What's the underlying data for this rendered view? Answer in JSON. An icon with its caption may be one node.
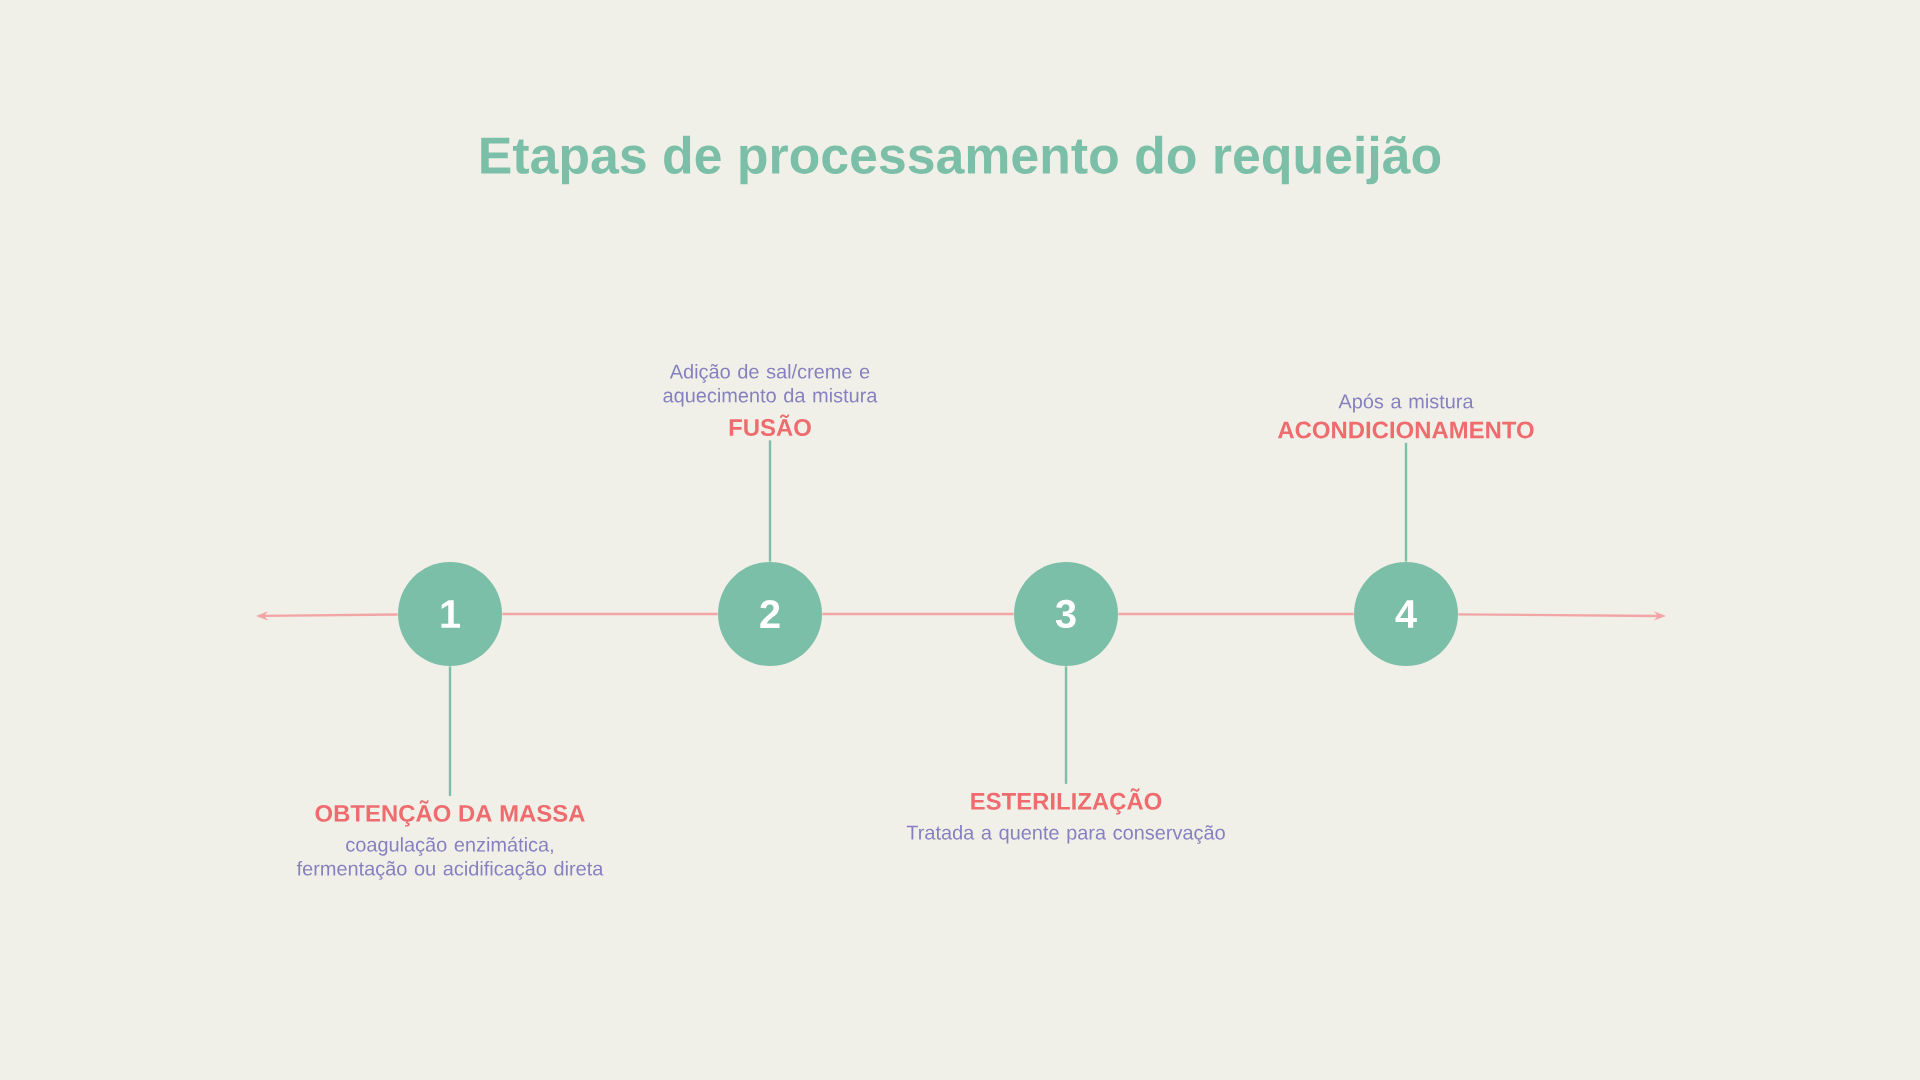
{
  "diagram": {
    "title": "Etapas de processamento do requeijão",
    "nodes": [
      {
        "text": [
          "1"
        ]
      },
      {
        "text": [
          "OBTENÇÃO DA MASSA",
          "coagulação enzimática, fermentação ou acidificação direta"
        ]
      },
      {
        "text": [
          "2"
        ]
      },
      {
        "text": [
          "Adição de sal/creme e aquecimento da mistura",
          "FUSÃO"
        ]
      },
      {
        "text": [
          "3"
        ]
      },
      {
        "text": [
          "ESTERILIZAÇÃO",
          "Tratada a quente para conservação"
        ]
      },
      {
        "text": [
          "4"
        ]
      },
      {
        "text": [
          "Após a mistura",
          "ACONDICIONAMENTO"
        ]
      }
    ],
    "edges": [
      {
        "from": 0,
        "to": null,
        "arrow": "to"
      },
      {
        "from": 0,
        "to": 2,
        "arrow": "none"
      },
      {
        "from": 2,
        "to": 4,
        "arrow": "none"
      },
      {
        "from": 4,
        "to": 6,
        "arrow": "none"
      },
      {
        "from": 6,
        "to": null,
        "arrow": "to"
      },
      {
        "from": 0,
        "to": 1,
        "arrow": "none",
        "color": "#7bbfa8"
      },
      {
        "from": 2,
        "to": 3,
        "arrow": "none",
        "color": "#7bbfa8"
      },
      {
        "from": 4,
        "to": 5,
        "arrow": "none",
        "color": "#7bbfa8"
      },
      {
        "from": 6,
        "to": 7,
        "arrow": "none",
        "color": "#7bbfa8"
      }
    ]
  }
}
